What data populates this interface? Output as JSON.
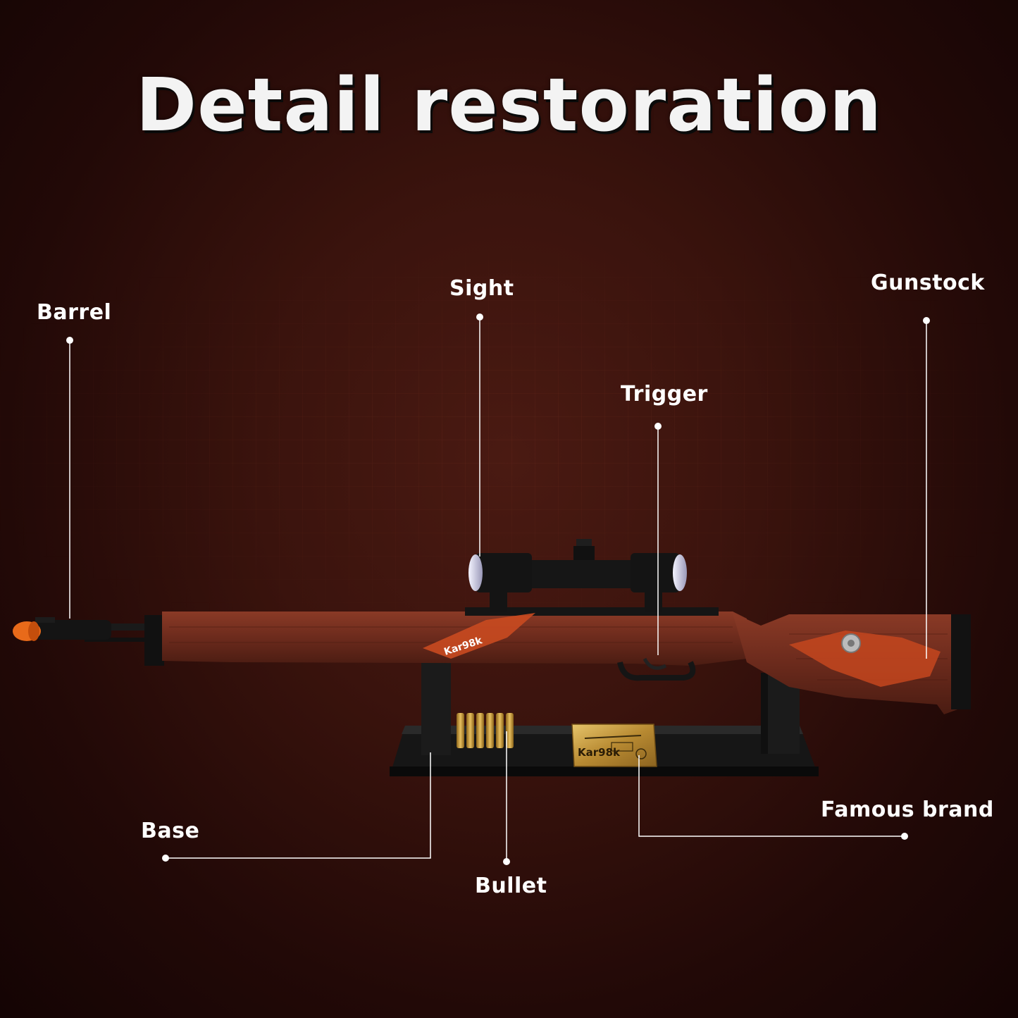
{
  "title": "Detail restoration",
  "callouts": {
    "barrel": "Barrel",
    "sight": "Sight",
    "gunstock": "Gunstock",
    "trigger": "Trigger",
    "famous_brand": "Famous brand",
    "base": "Base",
    "bullet": "Bullet"
  },
  "markings": {
    "rifle_decal": "Kar98k",
    "brand_plate": "Kar98k"
  },
  "colors": {
    "background": "#2a0c08",
    "wood": "#6b2a1c",
    "accent_orange": "#e0501f",
    "gold": "#c9a24a"
  }
}
